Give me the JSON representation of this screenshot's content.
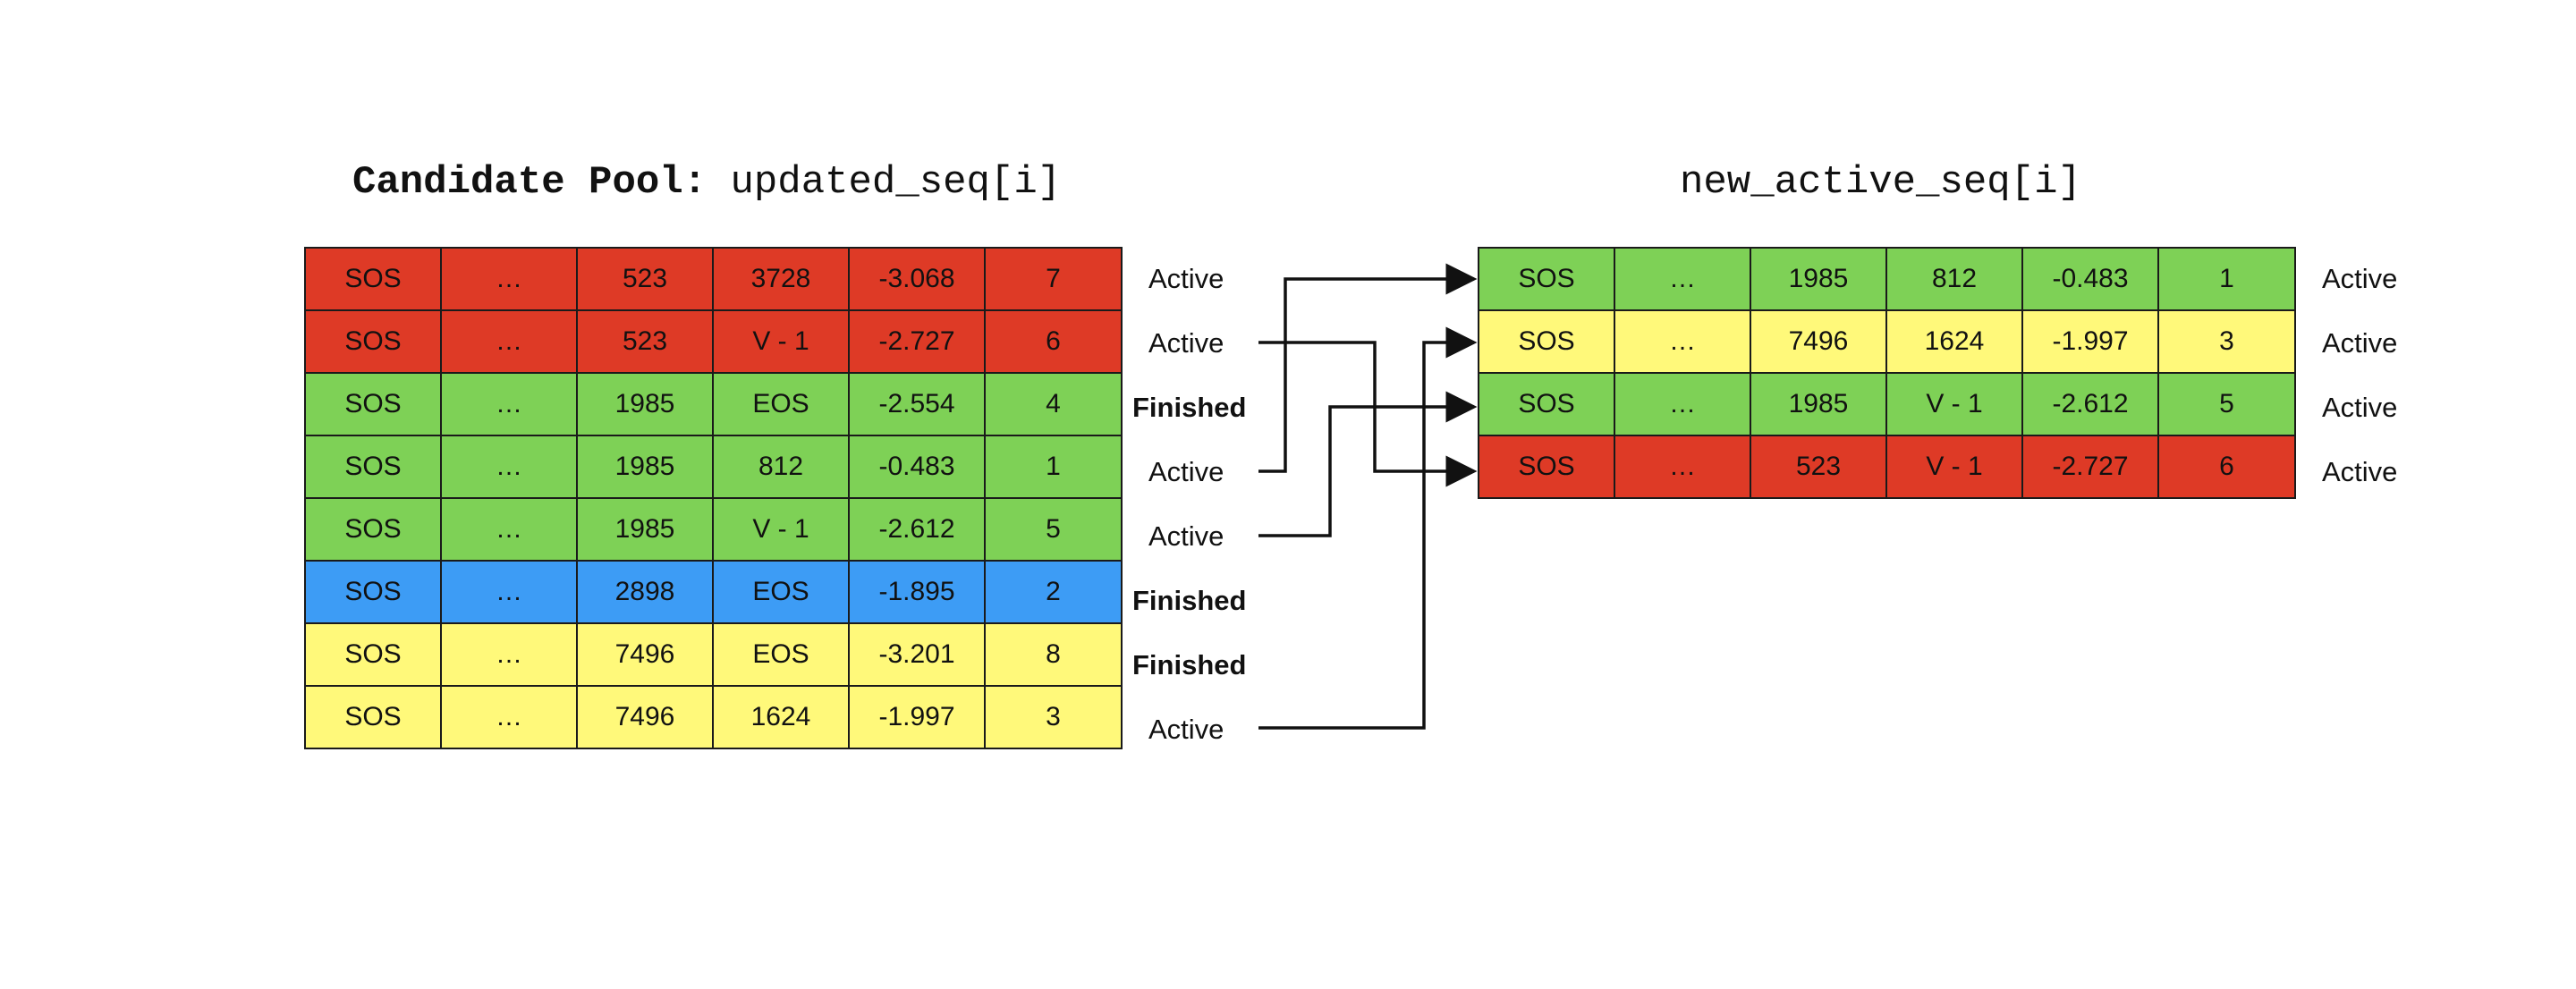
{
  "left_title": {
    "bold": "Candidate Pool:",
    "mono": "updated_seq[i]"
  },
  "right_title": "new_active_seq[i]",
  "colors": {
    "red": "#DE3A26",
    "green": "#7ED156",
    "blue": "#3D9CF5",
    "yellow": "#FFF97A",
    "border": "#1a1a1a"
  },
  "candidate_pool": [
    {
      "cells": [
        "SOS",
        "…",
        "523",
        "3728",
        "-3.068",
        "7"
      ],
      "color": "red",
      "status": "Active"
    },
    {
      "cells": [
        "SOS",
        "…",
        "523",
        "V - 1",
        "-2.727",
        "6"
      ],
      "color": "red",
      "status": "Active"
    },
    {
      "cells": [
        "SOS",
        "…",
        "1985",
        "EOS",
        "-2.554",
        "4"
      ],
      "color": "green",
      "status": "Finished"
    },
    {
      "cells": [
        "SOS",
        "…",
        "1985",
        "812",
        "-0.483",
        "1"
      ],
      "color": "green",
      "status": "Active"
    },
    {
      "cells": [
        "SOS",
        "…",
        "1985",
        "V - 1",
        "-2.612",
        "5"
      ],
      "color": "green",
      "status": "Active"
    },
    {
      "cells": [
        "SOS",
        "…",
        "2898",
        "EOS",
        "-1.895",
        "2"
      ],
      "color": "blue",
      "status": "Finished"
    },
    {
      "cells": [
        "SOS",
        "…",
        "7496",
        "EOS",
        "-3.201",
        "8"
      ],
      "color": "yellow",
      "status": "Finished"
    },
    {
      "cells": [
        "SOS",
        "…",
        "7496",
        "1624",
        "-1.997",
        "3"
      ],
      "color": "yellow",
      "status": "Active"
    }
  ],
  "new_active": [
    {
      "cells": [
        "SOS",
        "…",
        "1985",
        "812",
        "-0.483",
        "1"
      ],
      "color": "green",
      "status": "Active"
    },
    {
      "cells": [
        "SOS",
        "…",
        "7496",
        "1624",
        "-1.997",
        "3"
      ],
      "color": "yellow",
      "status": "Active"
    },
    {
      "cells": [
        "SOS",
        "…",
        "1985",
        "V - 1",
        "-2.612",
        "5"
      ],
      "color": "green",
      "status": "Active"
    },
    {
      "cells": [
        "SOS",
        "…",
        "523",
        "V - 1",
        "-2.727",
        "6"
      ],
      "color": "red",
      "status": "Active"
    }
  ]
}
